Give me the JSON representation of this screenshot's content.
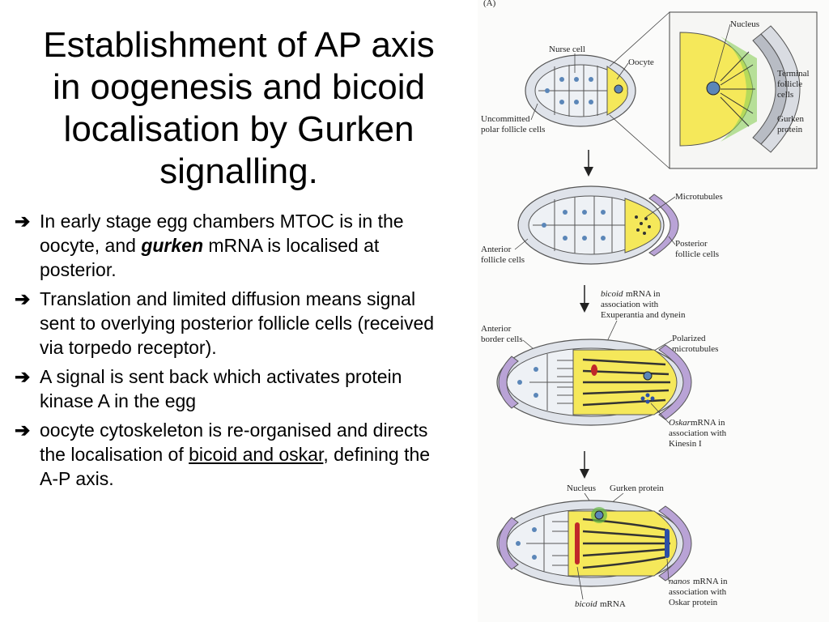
{
  "title": "Establishment of AP axis in oogenesis and bicoid localisation by Gurken signalling.",
  "bullets": [
    {
      "before": "In early stage egg chambers MTOC is in the oocyte, and ",
      "emph": "gurken",
      "after": " mRNA is localised at posterior."
    },
    {
      "text": "Translation and limited diffusion means signal sent to overlying posterior follicle cells (received via torpedo receptor)."
    },
    {
      "text": "A signal is sent back which activates protein kinase A in the egg"
    },
    {
      "before": "oocyte cytoskeleton is re-organised and directs the localisation of ",
      "underlined": "bicoid and oskar",
      "after": ", defining the A-P axis."
    }
  ],
  "bullet_glyph": "➔",
  "figure": {
    "panel_label": "(A)",
    "stage1": {
      "nurse_cell": "Nurse cell",
      "oocyte": "Oocyte",
      "uncommitted_1": "Uncommitted",
      "uncommitted_2": "polar follicle cells"
    },
    "inset": {
      "nucleus": "Nucleus",
      "terminal_1": "Terminal",
      "terminal_2": "follicle",
      "terminal_3": "cells",
      "gurken_1": "Gurken",
      "gurken_2": "protein"
    },
    "stage2": {
      "microtubules": "Microtubules",
      "anterior_1": "Anterior",
      "anterior_2": "follicle cells",
      "posterior_1": "Posterior",
      "posterior_2": "follicle cells"
    },
    "stage3": {
      "bicoid_italic": "bicoid",
      "bicoid_rest": " mRNA in",
      "bicoid_2": "association with",
      "bicoid_3": "Exuperantia and dynein",
      "border_1": "Anterior",
      "border_2": "border cells",
      "polarized_1": "Polarized",
      "polarized_2": "microtubules",
      "oskar_italic": "Oskar",
      "oskar_rest": " mRNA in",
      "oskar_2": "association with",
      "oskar_3": "Kinesin I"
    },
    "stage4": {
      "nucleus": "Nucleus",
      "gurken": "Gurken protein",
      "nanos_italic": "nanos",
      "nanos_rest": " mRNA in",
      "nanos_2": "association with",
      "nanos_3": "Oskar protein",
      "bicoid_italic": "bicoid",
      "bicoid_rest": " mRNA"
    }
  },
  "colors": {
    "yolk_yellow": "#f5e85a",
    "purple_cells": "#b9a3d6",
    "gray_cells": "#dfe3ea",
    "nucleus_blue": "#5b86b8",
    "gurken_green": "#66bb44",
    "bicoid_red": "#c0282a",
    "oskar_blue": "#2c4fa8"
  }
}
